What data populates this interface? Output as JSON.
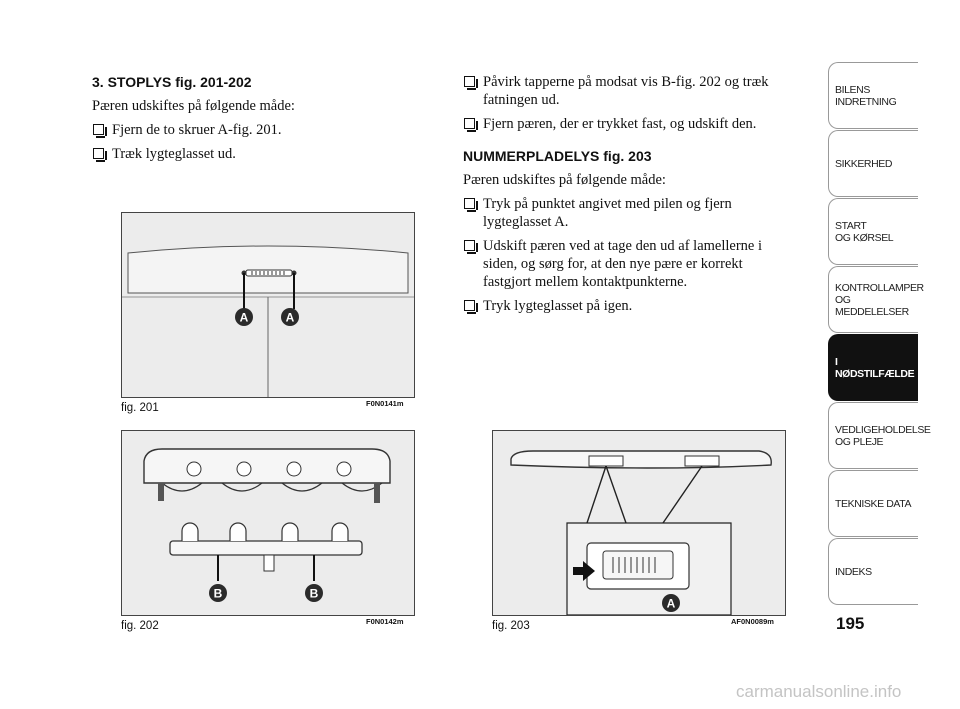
{
  "left_column": {
    "heading": "3. STOPLYS fig. 201-202",
    "intro": "Pæren udskiftes på følgende måde:",
    "bullets": [
      "Fjern de to skruer A-fig. 201.",
      "Træk lygteglasset ud."
    ]
  },
  "right_column": {
    "bullets_top": [
      "Påvirk tapperne på modsat vis B-fig. 202 og træk fatningen ud.",
      "Fjern pæren, der er trykket fast, og udskift den."
    ],
    "heading": "NUMMERPLADELYS fig. 203",
    "intro": "Pæren udskiftes på følgende måde:",
    "bullets": [
      "Tryk på punktet angivet med pilen og fjern lygteglasset A.",
      "Udskift pæren ved at tage den ud af lamellerne i siden, og sørg for, at den nye pære er korrekt fastgjort mellem kontaktpunkterne.",
      "Tryk lygteglasset på igen."
    ]
  },
  "figures": [
    {
      "caption": "fig. 201",
      "code": "F0N0141m",
      "labels": [
        "A",
        "A"
      ]
    },
    {
      "caption": "fig. 202",
      "code": "F0N0142m",
      "labels": [
        "B",
        "B"
      ]
    },
    {
      "caption": "fig. 203",
      "code": "AF0N0089m",
      "labels": [
        "A"
      ]
    }
  ],
  "sidebar_tabs": [
    "BILENS\nINDRETNING",
    "SIKKERHED",
    "START\nOG KØRSEL",
    "KONTROLLAMPER\nOG MEDDELELSER",
    "I NØDSTILFÆLDE",
    "VEDLIGEHOLDELSE\nOG PLEJE",
    "TEKNISKE DATA",
    "INDEKS"
  ],
  "active_tab": "I NØDSTILFÆLDE",
  "page_number": "195",
  "watermark": "carmanualsonline.info",
  "colors": {
    "active_tab": "#111111",
    "figure_bg": "#ececec",
    "label_circle": "#2b2b2b"
  }
}
